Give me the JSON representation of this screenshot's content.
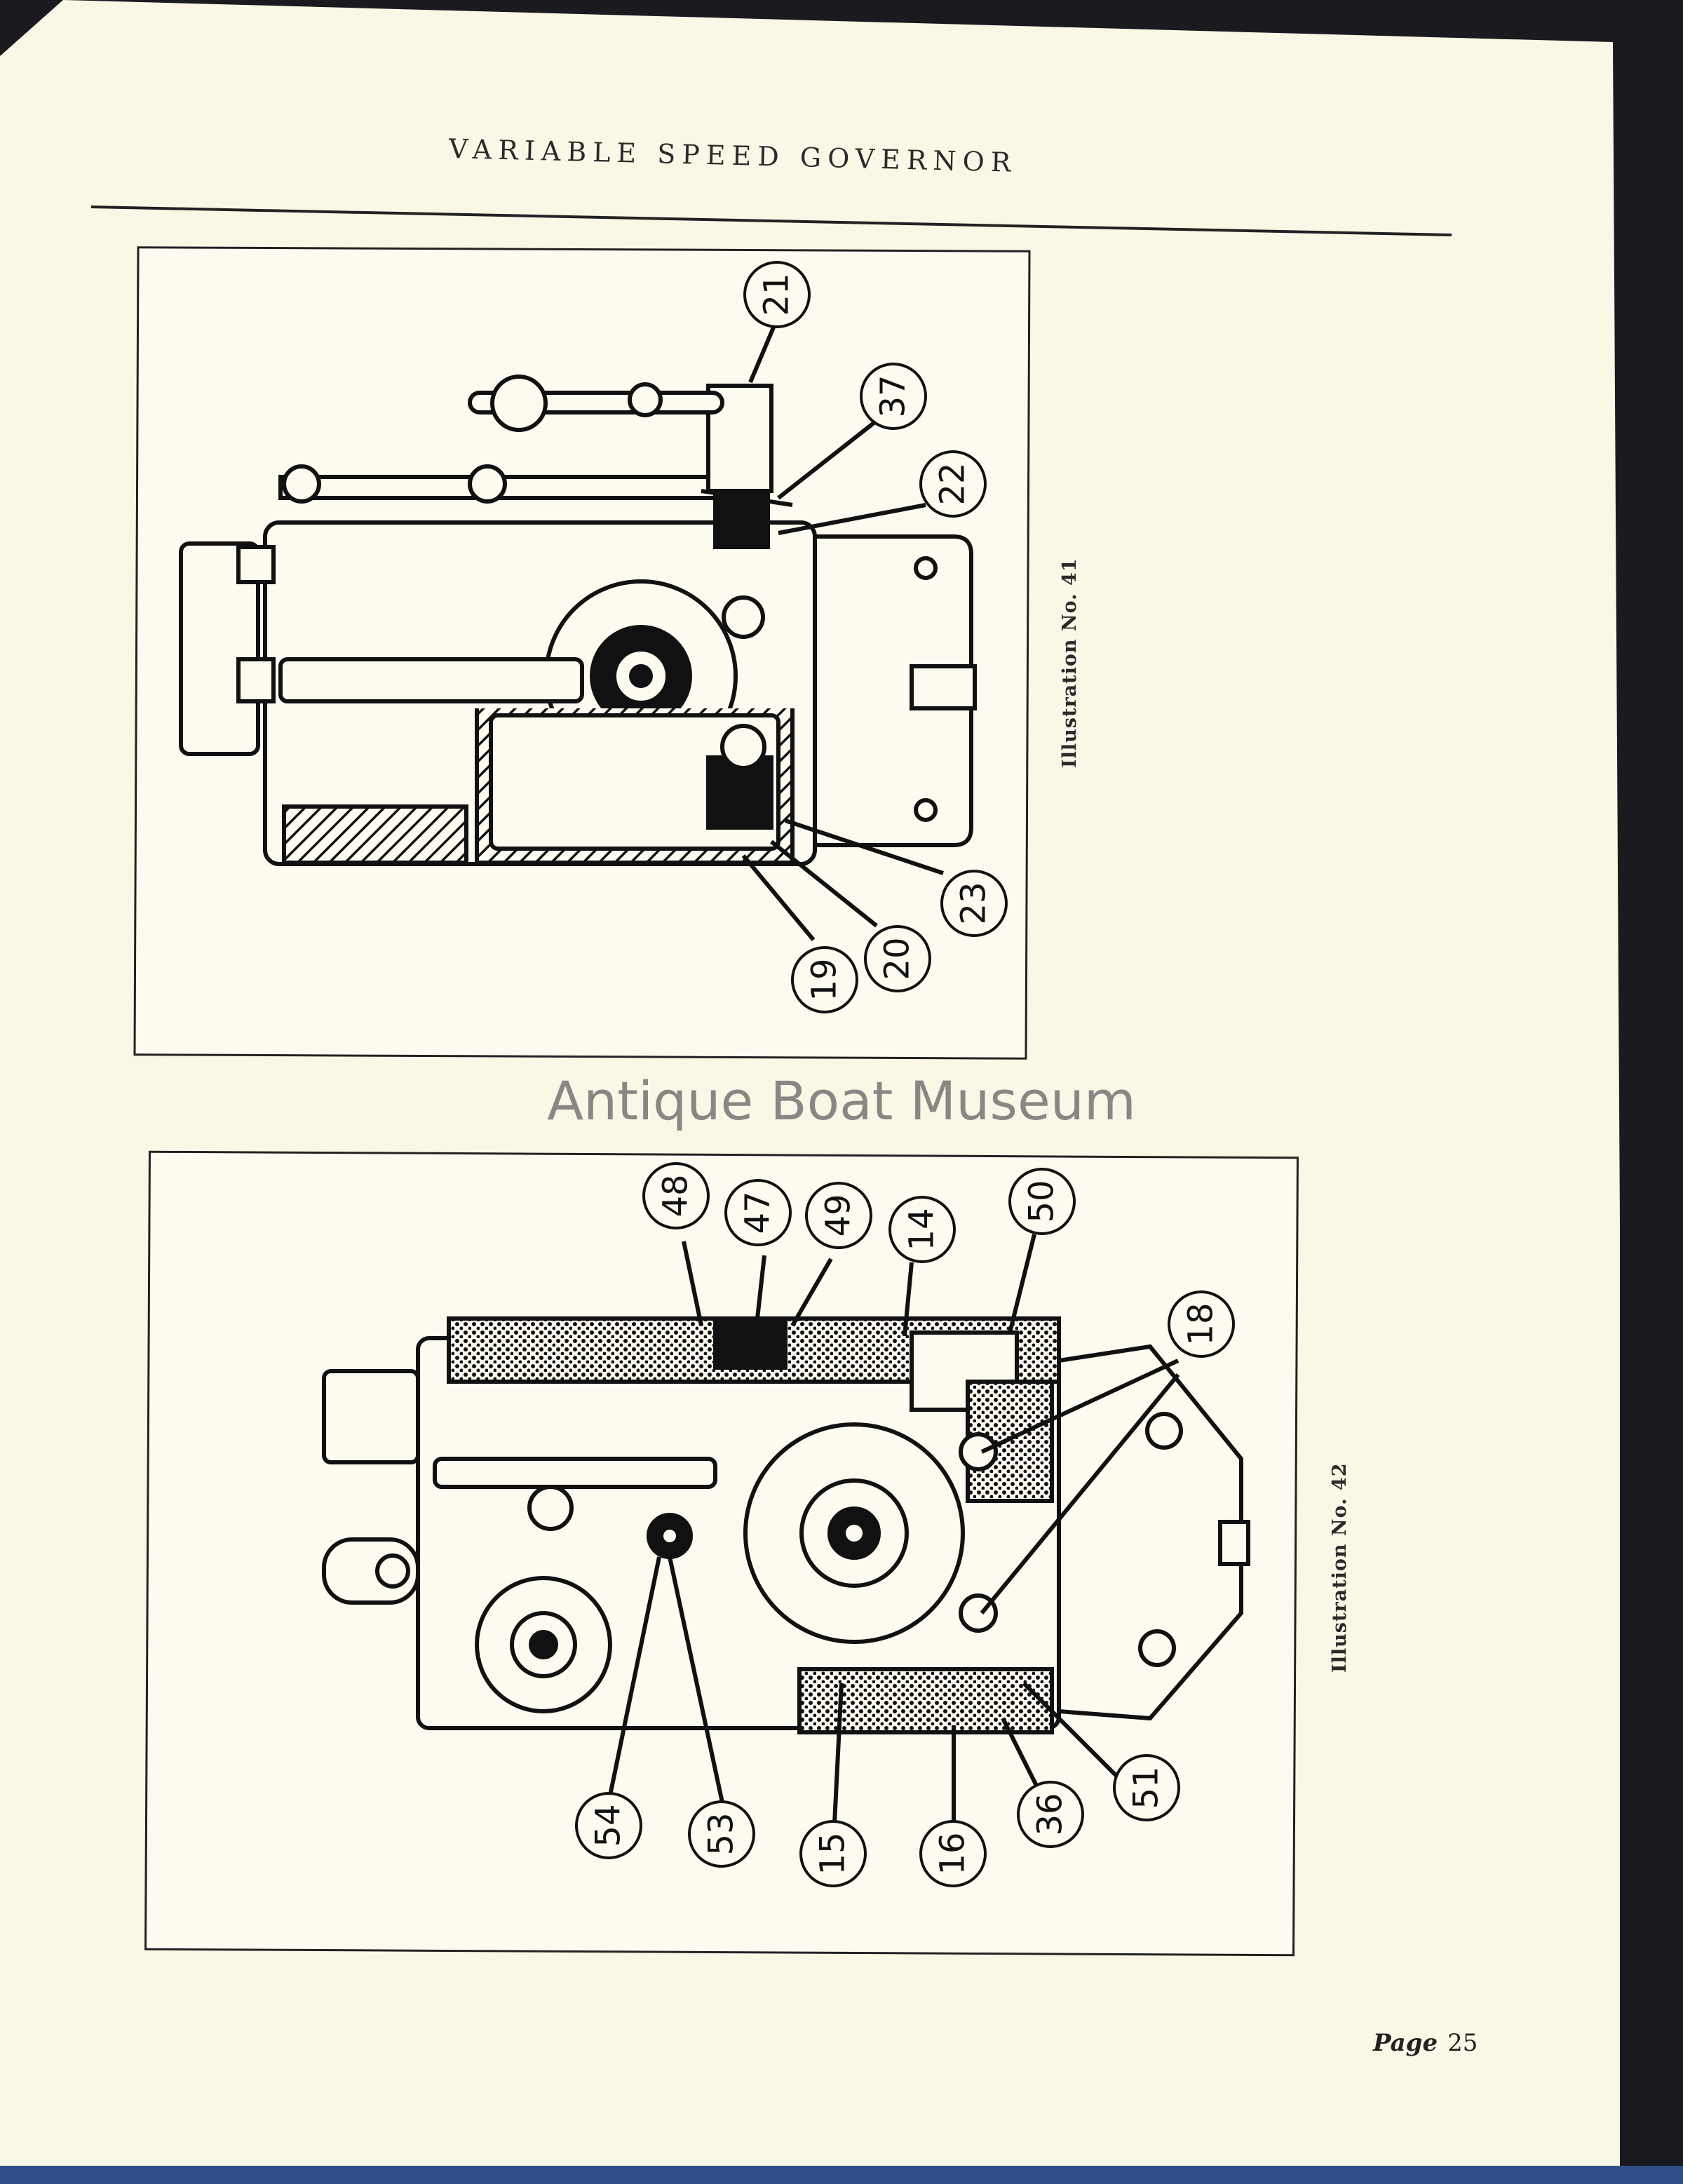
{
  "header": {
    "title": "VARIABLE SPEED GOVERNOR"
  },
  "figures": [
    {
      "caption": "Illustration No. 41",
      "callouts": [
        "21",
        "37",
        "22",
        "23",
        "20",
        "19"
      ]
    },
    {
      "caption": "Illustration No. 42",
      "callouts": [
        "48",
        "47",
        "49",
        "14",
        "50",
        "18",
        "51",
        "36",
        "16",
        "15",
        "53",
        "54"
      ]
    }
  ],
  "watermark": "Antique Boat Museum",
  "footer": {
    "page_label": "Page",
    "page_number": "25"
  }
}
